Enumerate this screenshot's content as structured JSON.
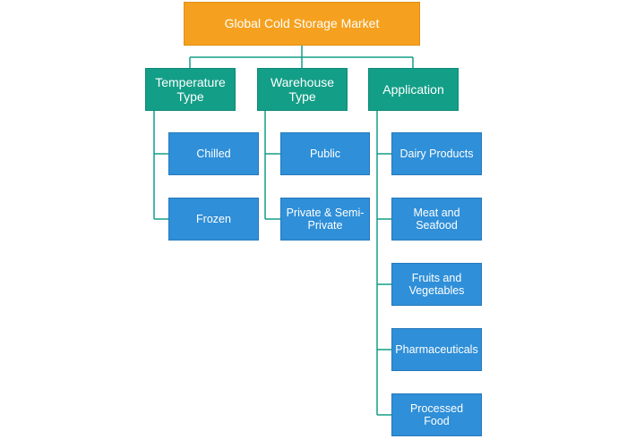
{
  "root": {
    "label": "Global Cold Storage Market"
  },
  "categories": [
    {
      "label": "Temperature Type",
      "label_lines": [
        "Temperature",
        "Type"
      ],
      "items": [
        {
          "label": "Chilled",
          "lines": [
            "Chilled"
          ]
        },
        {
          "label": "Frozen",
          "lines": [
            "Frozen"
          ]
        }
      ]
    },
    {
      "label": "Warehouse Type",
      "label_lines": [
        "Warehouse",
        "Type"
      ],
      "items": [
        {
          "label": "Public",
          "lines": [
            "Public"
          ]
        },
        {
          "label": "Private & Semi-Private",
          "lines": [
            "Private & Semi-",
            "Private"
          ]
        }
      ]
    },
    {
      "label": "Application",
      "label_lines": [
        "Application"
      ],
      "items": [
        {
          "label": "Dairy Products",
          "lines": [
            "Dairy Products"
          ]
        },
        {
          "label": "Meat and Seafood",
          "lines": [
            "Meat and",
            "Seafood"
          ]
        },
        {
          "label": "Fruits and Vegetables",
          "lines": [
            "Fruits and",
            "Vegetables"
          ]
        },
        {
          "label": "Pharmaceuticals",
          "lines": [
            "Pharmaceuticals"
          ]
        },
        {
          "label": "Processed Food",
          "lines": [
            "Processed Food"
          ]
        }
      ]
    }
  ],
  "colors": {
    "root": "#f5a11f",
    "category": "#139e87",
    "leaf": "#2f8fd8",
    "connector": "#139e87"
  }
}
